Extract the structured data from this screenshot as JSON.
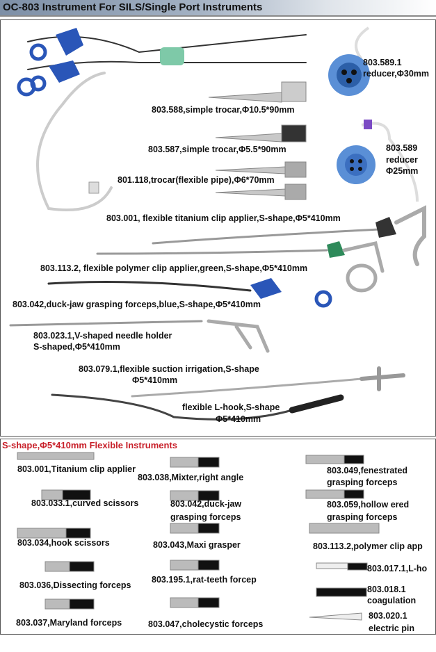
{
  "header": {
    "title": "OC-803 Instrument For SILS/Single Port Instruments"
  },
  "top_section": {
    "labels": [
      "803.589.1",
      "reducer,Φ30mm",
      "803.588,simple trocar,Φ10.5*90mm",
      "803.587,simple trocar,Φ5.5*90mm",
      "803.589",
      "reducer",
      "Φ25mm",
      "801.118,trocar(flexible pipe),Φ6*70mm",
      "803.001, flexible titanium clip applier,S-shape,Φ5*410mm",
      "803.113.2, flexible polymer clip applier,green,S-shape,Φ5*410mm",
      "803.042,duck-jaw grasping forceps,blue,S-shape,Φ5*410mm",
      "803.023.1,V-shaped needle holder",
      "S-shaped,Φ5*410mm",
      "803.079.1,flexible suction irrigation,S-shape",
      "Φ5*410mm",
      "flexible L-hook,S-shape",
      "Φ5*410mm"
    ]
  },
  "bottom_section": {
    "title": "S-shape,Φ5*410mm Flexible Instruments",
    "labels": [
      "803.001,Titanium clip applier",
      "803.033.1,curved scissors",
      "803.034,hook scissors",
      "803.036,Dissecting forceps",
      "803.037,Maryland forceps",
      "803.038,Mixter,right angle",
      "803.042,duck-jaw",
      "grasping forceps",
      "803.043,Maxi grasper",
      "803.195.1,rat-teeth forcep",
      "803.047,cholecystic forceps",
      "803.049,fenestrated",
      "grasping forceps",
      "803.059,hollow ered",
      "grasping forceps",
      "803.113.2,polymer clip app",
      "803.017.1,L-ho",
      "803.018.1",
      "coagulation",
      "803.020.1",
      "electric pin"
    ]
  },
  "colors": {
    "blue_handle": "#2a56b8",
    "green_seal": "#3a9a6a",
    "title_red": "#c8202a"
  }
}
